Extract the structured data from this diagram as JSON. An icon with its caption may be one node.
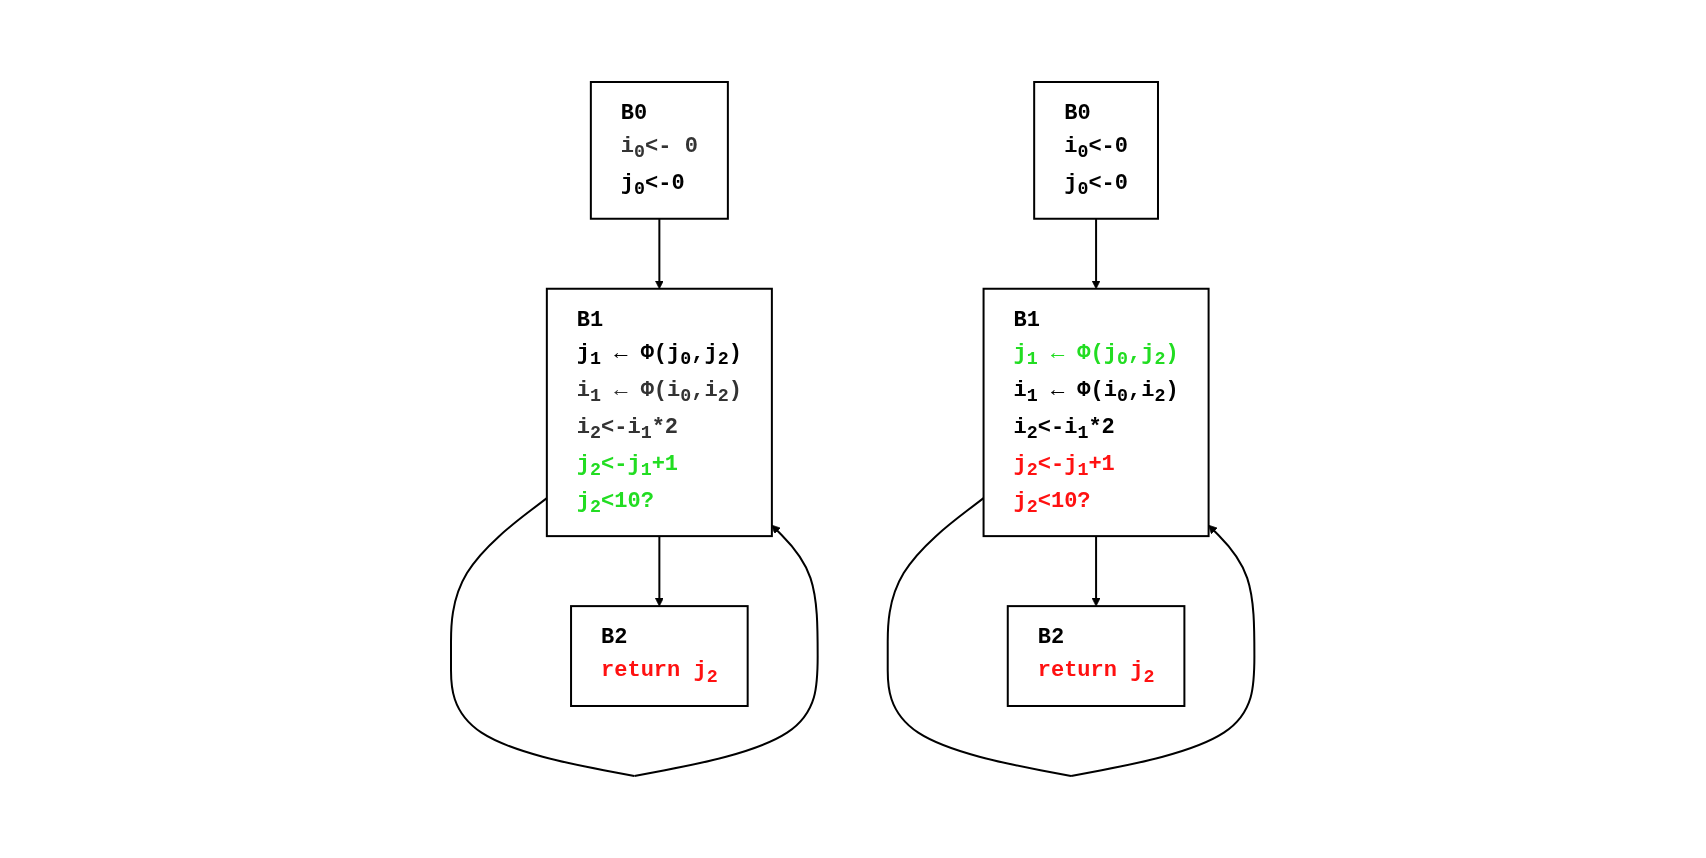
{
  "diagram": {
    "nodes": [
      {
        "text": [
          "B0",
          "i$_{0}$<- 0",
          "j$_{0}$<-0"
        ]
      },
      {
        "text": [
          "B1",
          "j$_{1}$ ← Φ(j$_{0}$,j$_{2}$)",
          "i$_{1}$ ← Φ(i$_{0}$,i$_{2}$)",
          "i$_{2}$<-i$_{1}$*2",
          "j$_{2}$<-j$_{1}$+1",
          "j$_{2}$<10?"
        ]
      },
      {
        "text": [
          "B2",
          "return j$_{2}$"
        ]
      },
      {
        "text": [
          "B0",
          "i$_{0}$<-0",
          "j$_{0}$<-0"
        ]
      },
      {
        "text": [
          "B1",
          "j$_{1}$ ← Φ(j$_{0}$,j$_{2}$)",
          "i$_{1}$ ← Φ(i$_{0}$,i$_{2}$)",
          "i$_{2}$<-i$_{1}$*2",
          "j$_{2}$<-j$_{1}$+1",
          "j$_{2}$<10?"
        ]
      },
      {
        "text": [
          "B2",
          "return j$_{2}$"
        ]
      }
    ],
    "edges": [
      {
        "from": 0,
        "to": 1,
        "arrow": "to"
      },
      {
        "from": 1,
        "to": 1,
        "arrow": "to"
      },
      {
        "from": 1,
        "to": 2,
        "arrow": "to"
      },
      {
        "from": 3,
        "to": 4,
        "arrow": "to"
      },
      {
        "from": 4,
        "to": 4,
        "arrow": "to"
      },
      {
        "from": 4,
        "to": 5,
        "arrow": "to"
      }
    ]
  }
}
